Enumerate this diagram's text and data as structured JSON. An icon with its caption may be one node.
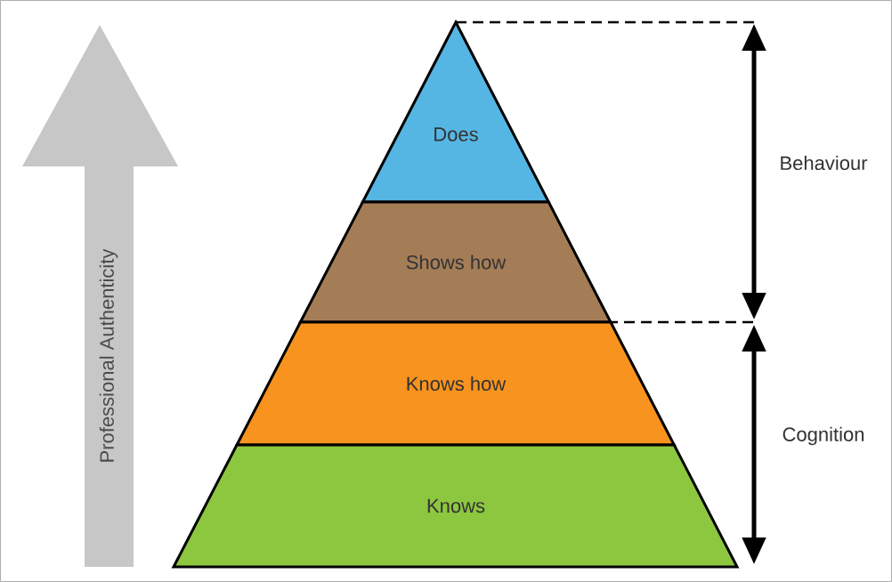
{
  "diagram": {
    "nodes": [
      {
        "text": [
          "Does"
        ]
      },
      {
        "text": [
          "Shows how"
        ]
      },
      {
        "text": [
          "Knows how"
        ]
      },
      {
        "text": [
          "Knows"
        ]
      }
    ],
    "labels": [
      "Professional Authenticity",
      "Behaviour",
      "Cognition"
    ]
  }
}
